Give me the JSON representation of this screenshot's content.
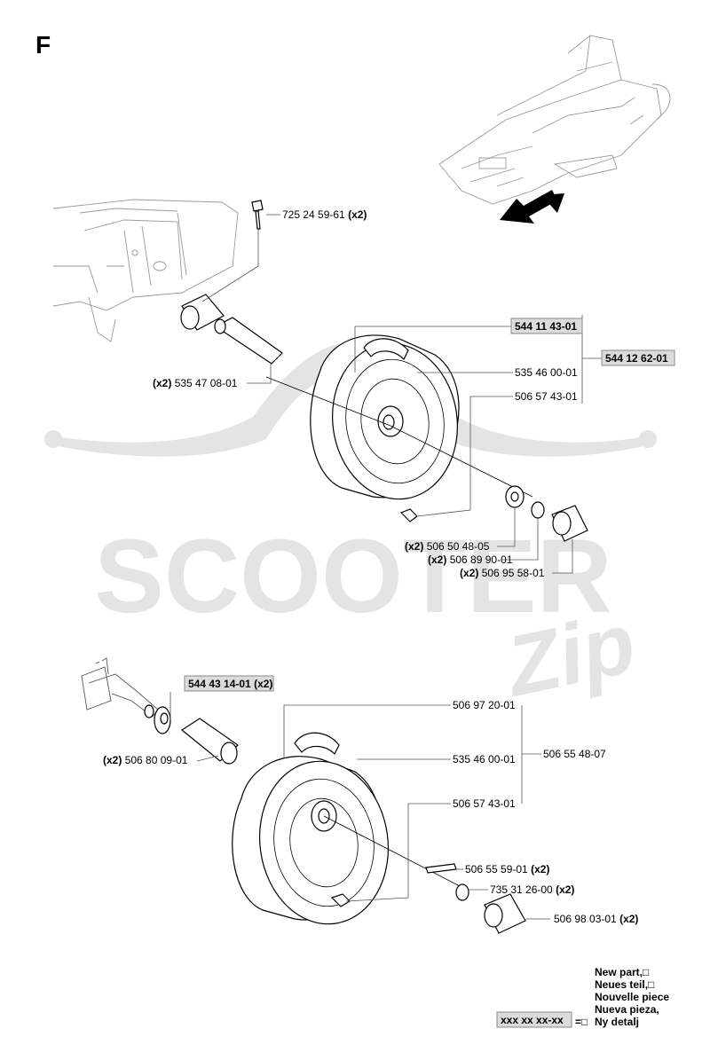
{
  "section_letter": "F",
  "watermark": {
    "brand_word": "SCOOTER",
    "script_word": "Zip"
  },
  "upper_assembly": {
    "callouts": [
      {
        "part_no": "725 24 59-61",
        "qty": "(x2)"
      },
      {
        "part_no": "544 11 43-01",
        "qty": ""
      },
      {
        "part_no": "544 12 62-01",
        "qty": ""
      },
      {
        "part_no": "535 46 00-01",
        "qty": ""
      },
      {
        "part_no": "506 57 43-01",
        "qty": ""
      },
      {
        "part_no": "535 47 08-01",
        "qty": "(x2)"
      },
      {
        "part_no": "506 50 48-05",
        "qty": "(x2)"
      },
      {
        "part_no": "506 89 90-01",
        "qty": "(x2)"
      },
      {
        "part_no": "506 95 58-01",
        "qty": "(x2)"
      }
    ]
  },
  "lower_assembly": {
    "callouts": [
      {
        "part_no": "544 43 14-01",
        "qty": "(x2)"
      },
      {
        "part_no": "506 97 20-01",
        "qty": ""
      },
      {
        "part_no": "535 46 00-01",
        "qty": ""
      },
      {
        "part_no": "506 55 48-07",
        "qty": ""
      },
      {
        "part_no": "506 80 09-01",
        "qty": "(x2)"
      },
      {
        "part_no": "506 57 43-01",
        "qty": ""
      },
      {
        "part_no": "506 55 59-01",
        "qty": "(x2)"
      },
      {
        "part_no": "735 31 26-00",
        "qty": "(x2)"
      },
      {
        "part_no": "506 98 03-01",
        "qty": "(x2)"
      }
    ]
  },
  "legend": {
    "lines": [
      "New part,□",
      "Neues teil,□",
      "Nouvelle piece",
      "Nueva pieza,",
      "Ny detalj"
    ],
    "sample_box": "xxx xx xx-xx",
    "equals": "=□"
  }
}
